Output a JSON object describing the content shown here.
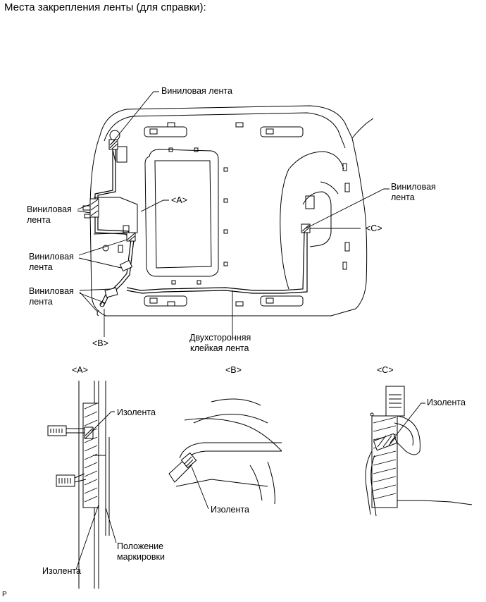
{
  "header": {
    "title": "Места закрепления ленты (для справки):"
  },
  "labels": {
    "vinyl_top": "Виниловая лента",
    "vinyl_left1_line1": "Виниловая",
    "vinyl_left1_line2": "лента",
    "vinyl_left2_line1": "Виниловая",
    "vinyl_left2_line2": "лента",
    "vinyl_left3_line1": "Виниловая",
    "vinyl_left3_line2": "лента",
    "vinyl_right_line1": "Виниловая",
    "vinyl_right_line2": "лента",
    "callout_a": "<A>",
    "callout_b": "<B>",
    "callout_c": "<C>",
    "double_tape_line1": "Двухсторонняя",
    "double_tape_line2": "клейкая лента"
  },
  "details": {
    "a": {
      "heading": "<A>",
      "tape_top": "Изолента",
      "tape_bottom": "Изолента",
      "marking_line1": "Положение",
      "marking_line2": "маркировки"
    },
    "b": {
      "heading": "<B>",
      "tape": "Изолента"
    },
    "c": {
      "heading": "<C>",
      "tape": "Изолента"
    }
  },
  "footer": {
    "code": "P"
  }
}
